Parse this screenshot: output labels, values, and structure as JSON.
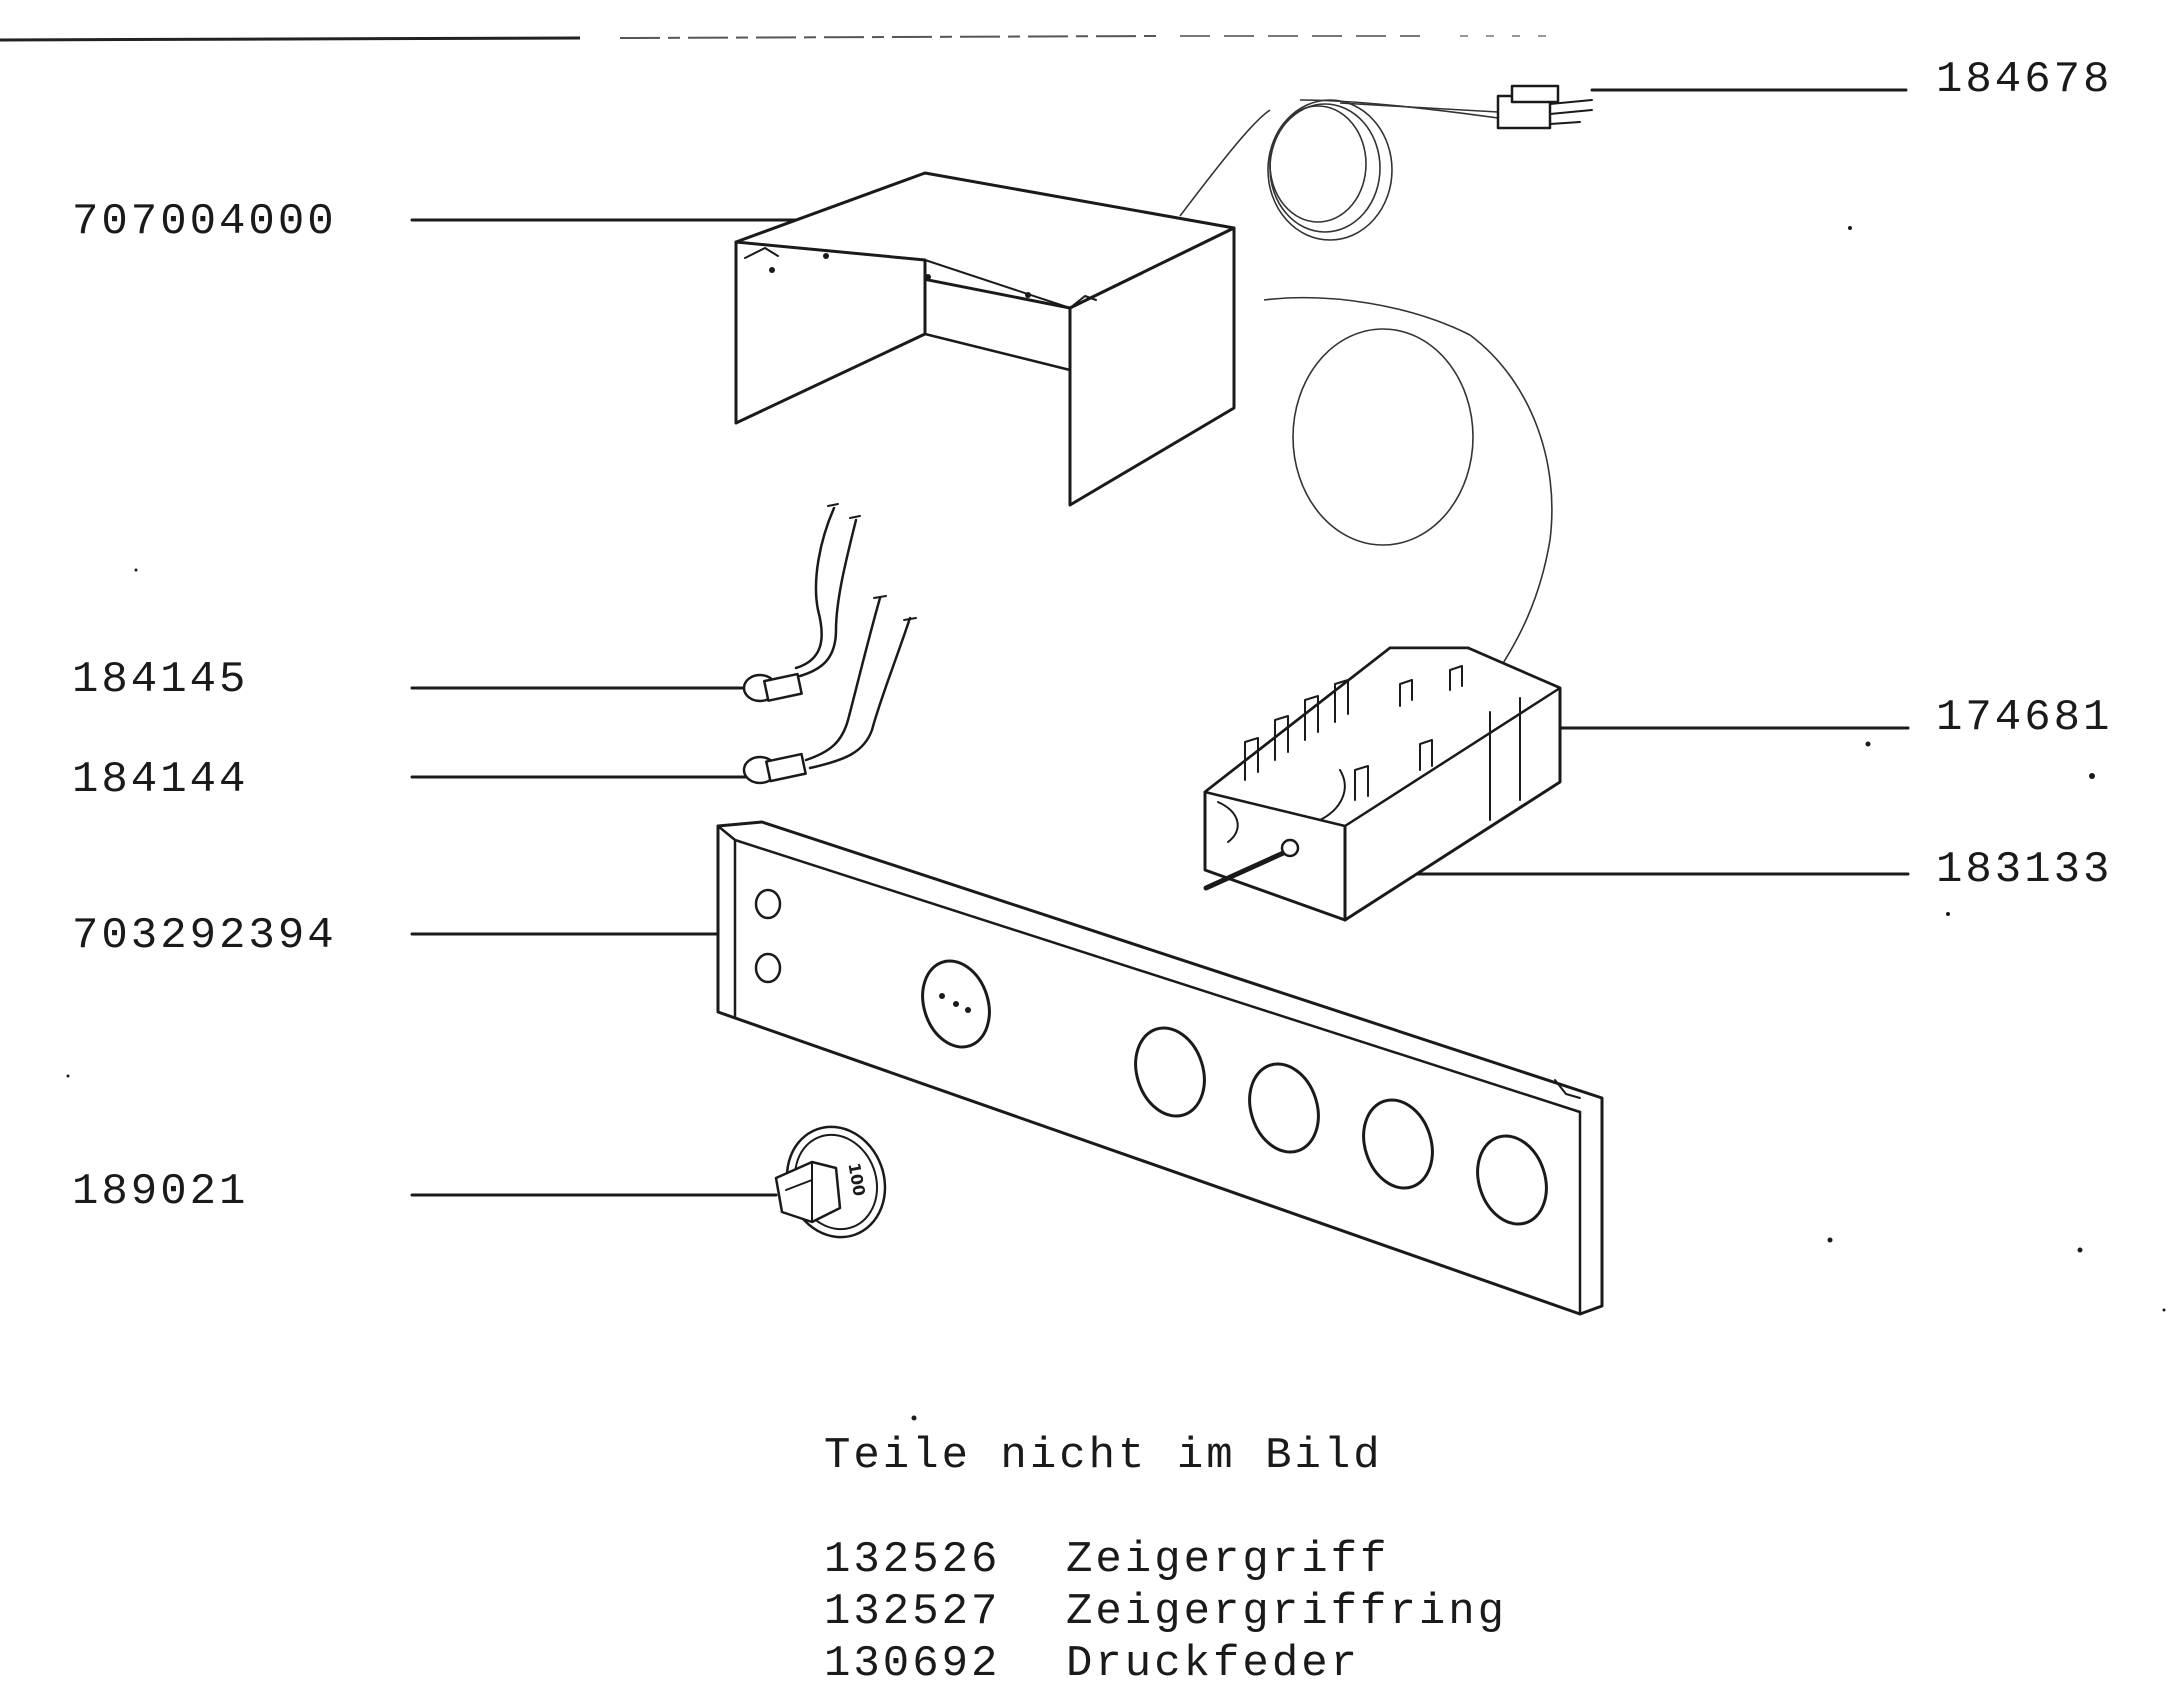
{
  "diagram": {
    "part_labels": {
      "top_cover": "707004000",
      "sensor_plug": "184678",
      "pilot_lamp_1": "184145",
      "pilot_lamp_2": "184144",
      "control_panel": "703292394",
      "knob": "189021",
      "regulator_housing": "174681",
      "regulator": "183133"
    },
    "knob_marking": "100",
    "parts_not_shown": {
      "heading": "Teile nicht im Bild",
      "items": [
        {
          "number": "132526",
          "name": "Zeigergriff"
        },
        {
          "number": "132527",
          "name": "Zeigergriffring"
        },
        {
          "number": "130692",
          "name": "Druckfeder"
        }
      ]
    }
  }
}
